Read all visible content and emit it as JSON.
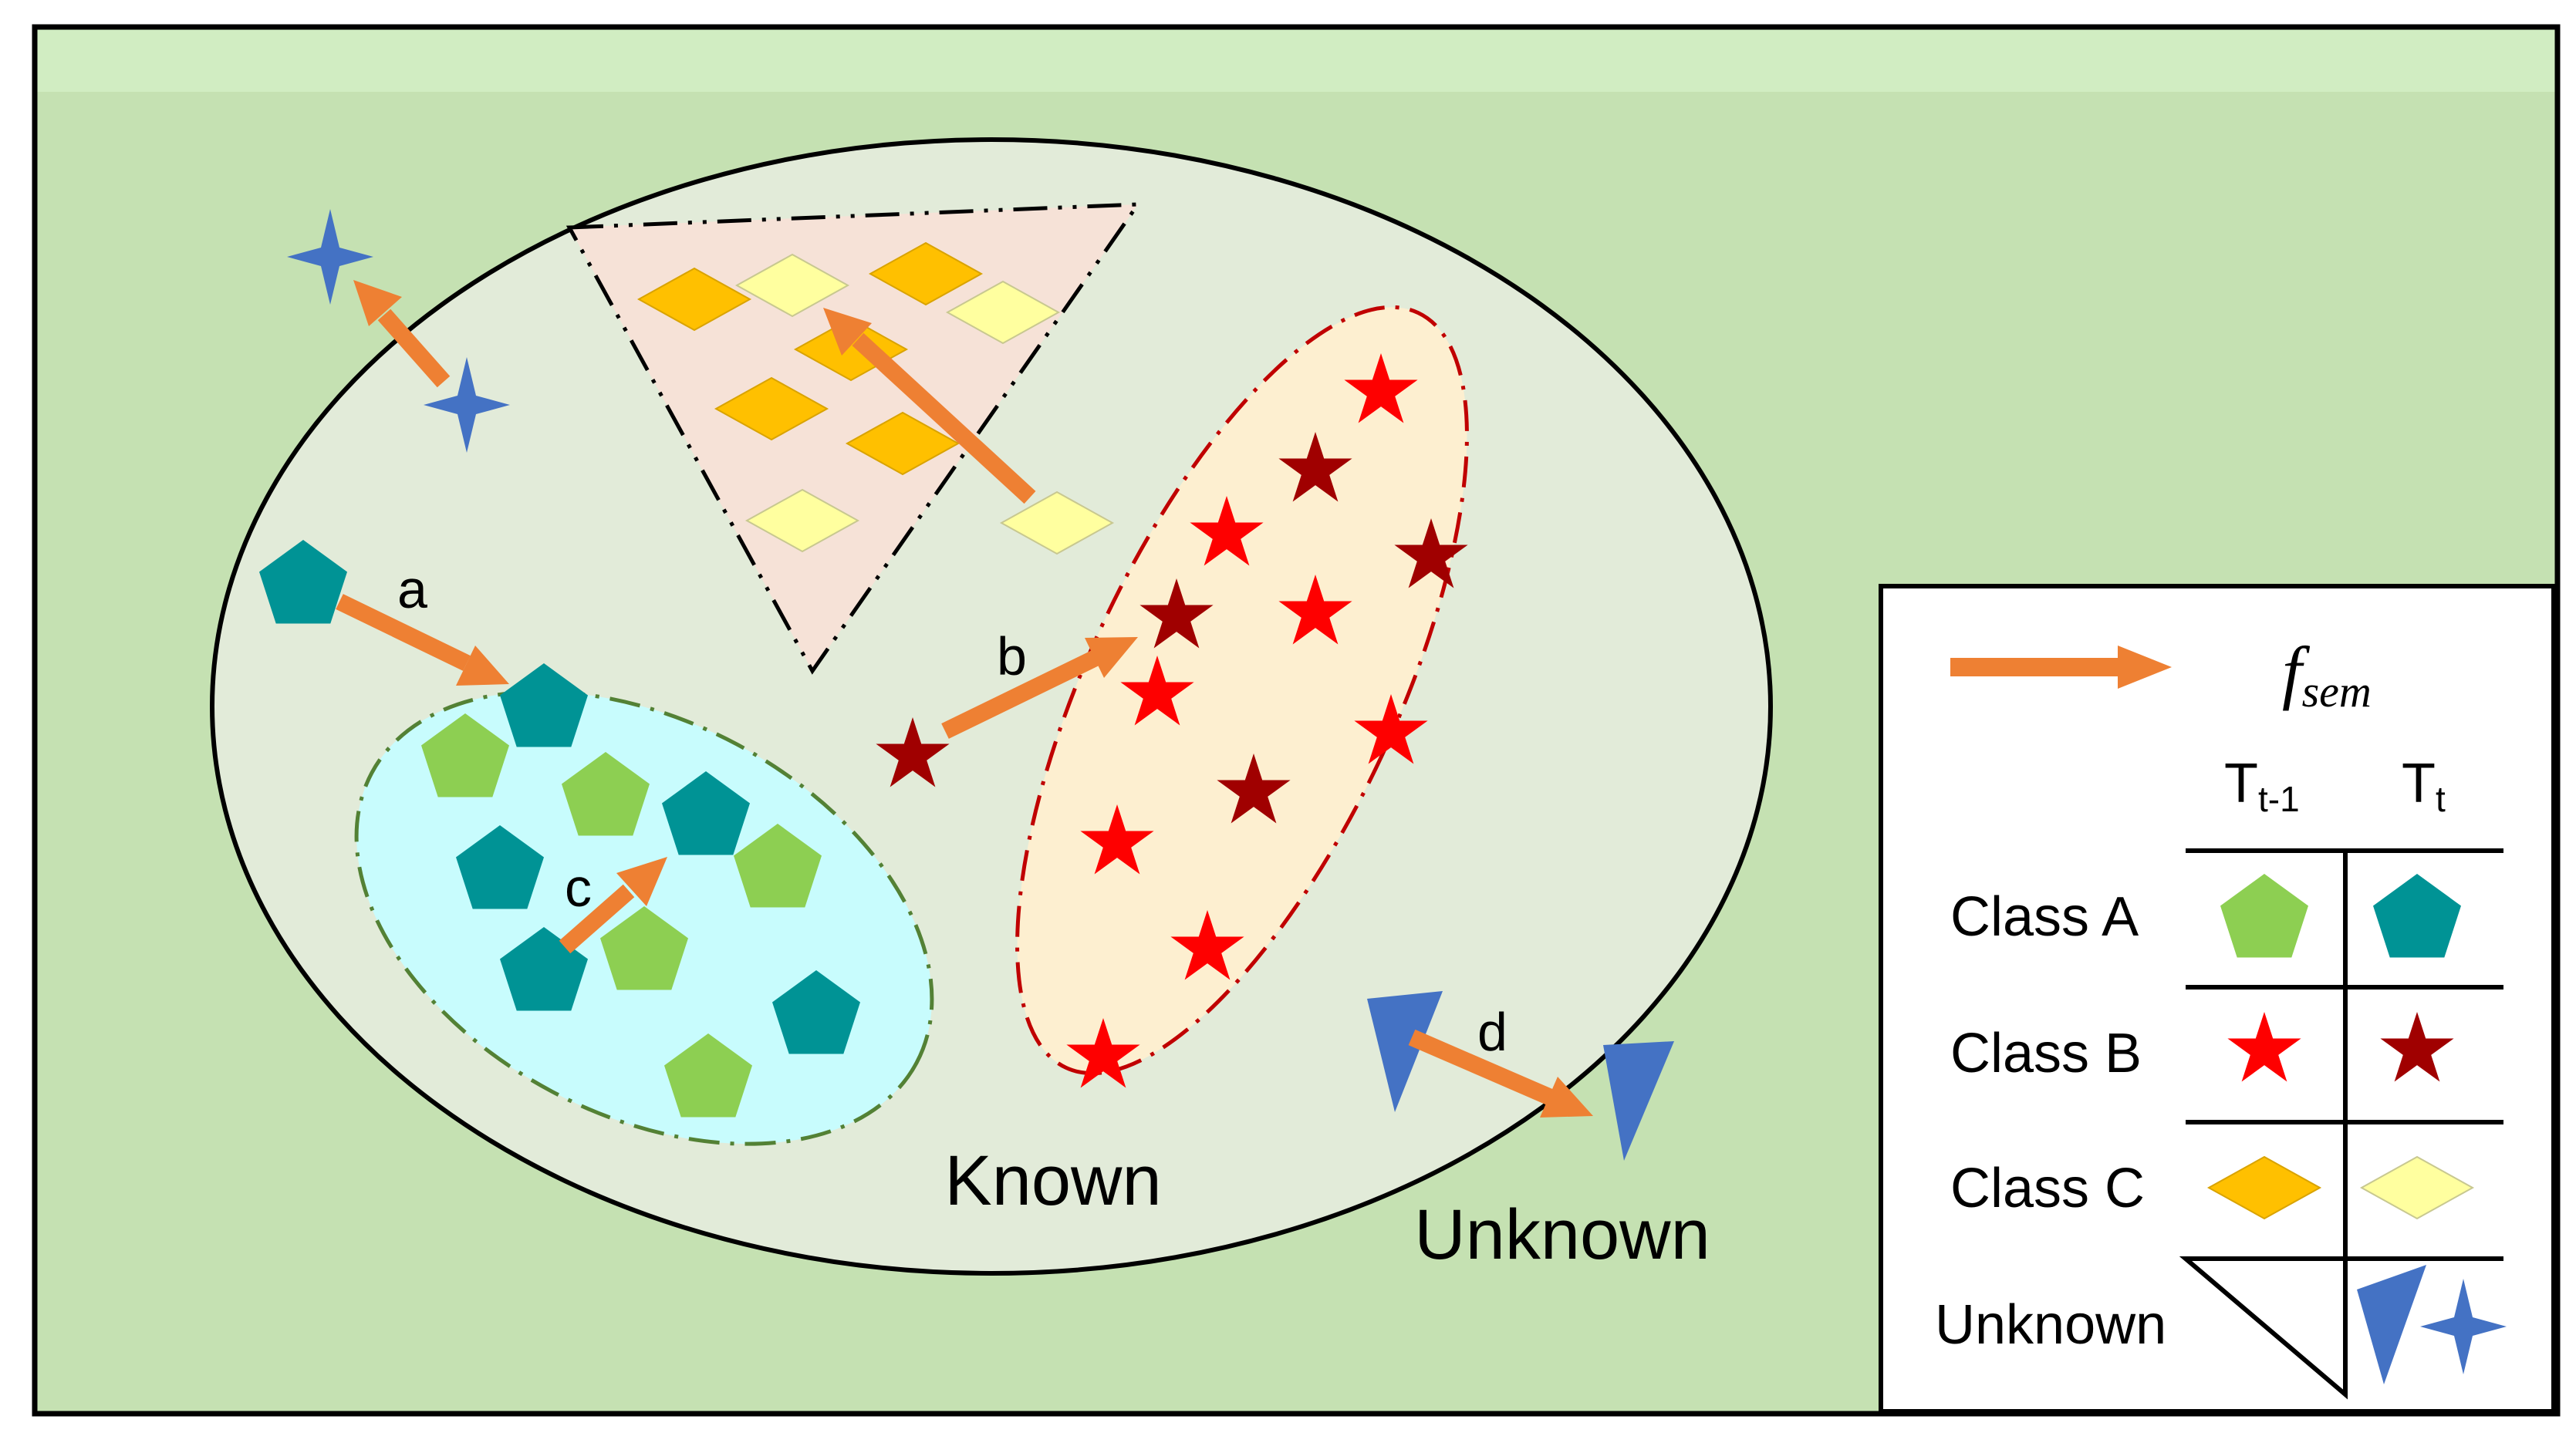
{
  "regions": {
    "known_label": "Known",
    "unknown_label": "Unknown"
  },
  "arrow_labels": {
    "a": "a",
    "b": "b",
    "c": "c",
    "d": "d"
  },
  "legend": {
    "fsem": {
      "f": "f",
      "sub": "sem"
    },
    "col1": {
      "main": "T",
      "sub": "t-1"
    },
    "col2": {
      "main": "T",
      "sub": "t"
    },
    "rows": [
      {
        "label": "Class A"
      },
      {
        "label": "Class B"
      },
      {
        "label": "Class C"
      },
      {
        "label": "Unknown"
      }
    ]
  },
  "colors": {
    "background_green": "#c5e1b2",
    "background_top_band": "#d1edc2",
    "known_fill": "#e2ebd9",
    "triangle_fill": "#f6e2d7",
    "class_a_cluster_fill": "#c8fcfd",
    "class_b_cluster_fill": "#fdefd0",
    "arrow": "#ee8033",
    "class_a_old": "#8dcf52",
    "class_a_new": "#009395",
    "class_b_old": "#fe0000",
    "class_b_new": "#a00000",
    "class_c_old": "#ffc000",
    "class_c_new": "#ffff9f",
    "unknown_shape": "#4472c4"
  }
}
